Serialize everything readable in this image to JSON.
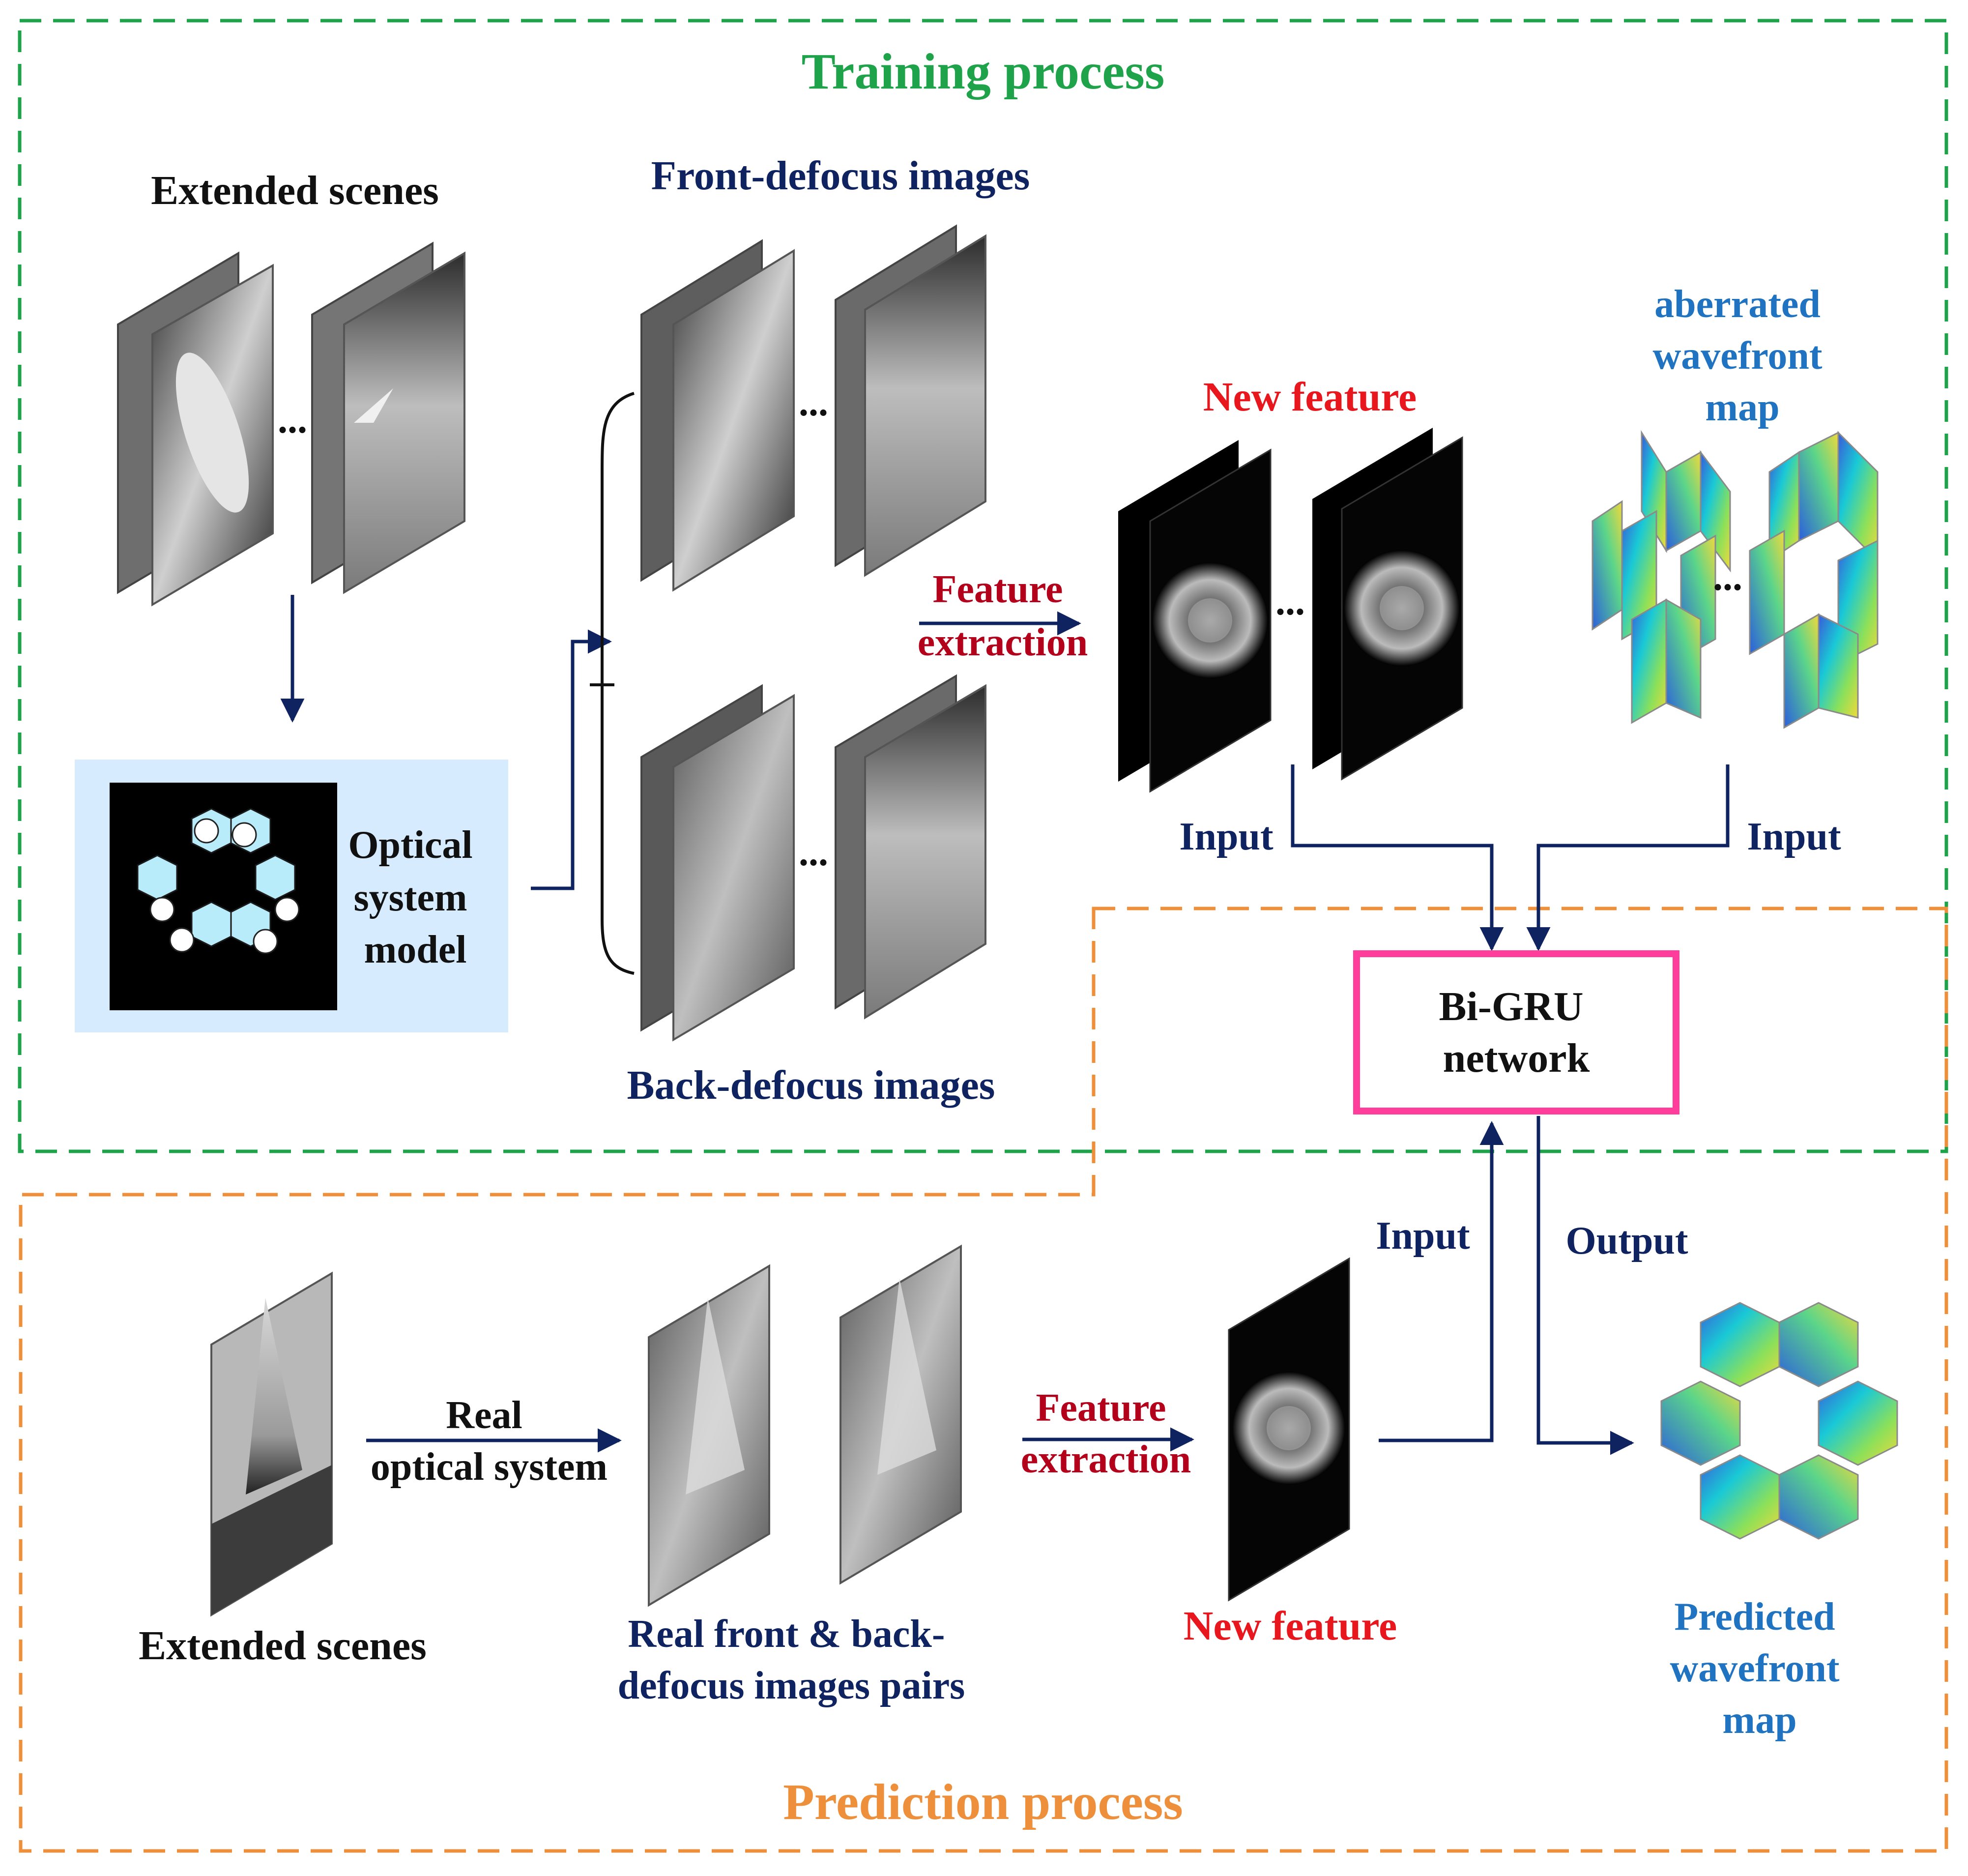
{
  "colors": {
    "training_border": "#1ea34a",
    "prediction_border": "#ee8f3b",
    "title_green": "#1ea34a",
    "title_orange": "#ee8f3b",
    "navy": "#0f2360",
    "red": "#e8171d",
    "dark_red": "#b3001b",
    "blue": "#1f73c0",
    "pink": "#ff3d9a",
    "light_blue_box": "#d6ebfd",
    "hex_fill": "#b9ecfb"
  },
  "training": {
    "title": "Training process",
    "extended_scenes": "Extended scenes",
    "front_defocus": "Front-defocus images",
    "back_defocus": "Back-defocus images",
    "optical_model": [
      "Optical",
      "system",
      "model"
    ],
    "feature_extraction": [
      "Feature",
      "extraction"
    ],
    "new_feature": "New feature",
    "aberrated_map": [
      "aberrated",
      "wavefront",
      "map"
    ],
    "input_left": "Input",
    "input_right": "Input",
    "ellipsis": "..."
  },
  "network": {
    "label": [
      "Bi-GRU",
      "network"
    ],
    "input": "Input",
    "output": "Output"
  },
  "prediction": {
    "title": "Prediction process",
    "extended_scenes": "Extended scenes",
    "real_optical": [
      "Real",
      "optical system"
    ],
    "real_pairs": [
      "Real front & back-",
      "defocus images pairs"
    ],
    "feature_extraction": [
      "Feature",
      "extraction"
    ],
    "new_feature": "New feature",
    "predicted_map": [
      "Predicted",
      "wavefront",
      "map"
    ]
  }
}
